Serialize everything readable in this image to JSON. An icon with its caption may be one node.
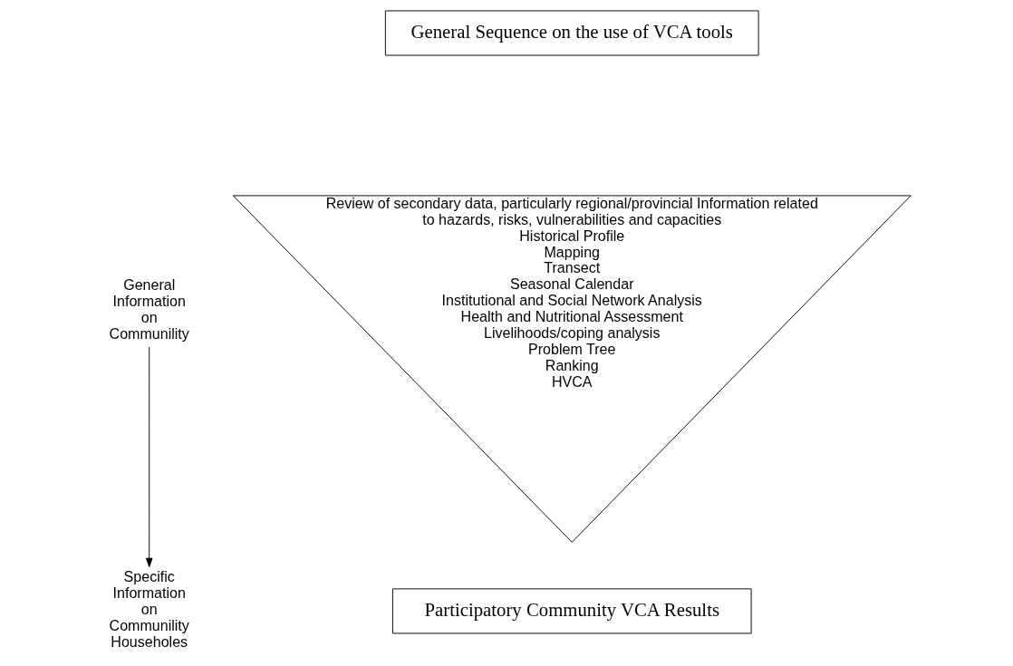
{
  "diagram": {
    "nodes": [
      {
        "text": [
          "General Sequence on the use of VCA tools"
        ]
      },
      {
        "text": [
          "Review of secondary data, particularly regional/provincial Information related to hazards, risks, vulnerabilities and capacities",
          "Historical Profile",
          "Mapping",
          "Transect",
          "Seasonal Calendar",
          "Institutional and Social Network Analysis",
          "Health and Nutritional Assessment",
          "Livelihoods/coping analysis",
          "Problem Tree",
          "Ranking",
          "HVCA"
        ]
      },
      {
        "text": [
          "General Information on Communility"
        ]
      },
      {
        "text": [
          "Specific Information on Communility Householes"
        ]
      },
      {
        "text": [
          "Participatory Community VCA Results"
        ]
      }
    ],
    "edges": [
      {
        "from": 2,
        "to": 3,
        "arrow": "to"
      }
    ]
  }
}
